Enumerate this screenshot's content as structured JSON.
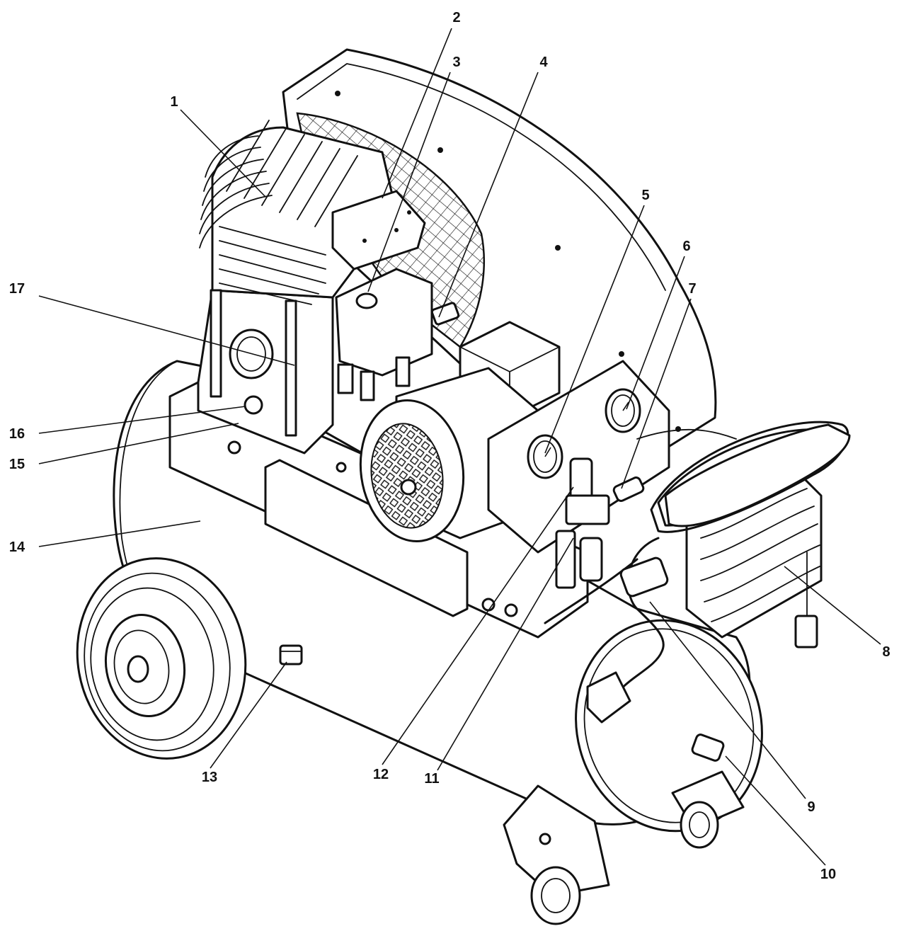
{
  "callouts": [
    {
      "id": "1",
      "text": "1"
    },
    {
      "id": "2",
      "text": "2"
    },
    {
      "id": "3",
      "text": "3"
    },
    {
      "id": "4",
      "text": "4"
    },
    {
      "id": "5",
      "text": "5"
    },
    {
      "id": "6",
      "text": "6"
    },
    {
      "id": "7",
      "text": "7"
    },
    {
      "id": "8",
      "text": "8"
    },
    {
      "id": "9",
      "text": "9"
    },
    {
      "id": "10",
      "text": "10"
    },
    {
      "id": "11",
      "text": "11"
    },
    {
      "id": "12",
      "text": "12"
    },
    {
      "id": "13",
      "text": "13"
    },
    {
      "id": "14",
      "text": "14"
    },
    {
      "id": "15",
      "text": "15"
    },
    {
      "id": "16",
      "text": "16"
    },
    {
      "id": "17",
      "text": "17"
    }
  ],
  "colors": {
    "line": "#111111",
    "background": "#ffffff"
  }
}
